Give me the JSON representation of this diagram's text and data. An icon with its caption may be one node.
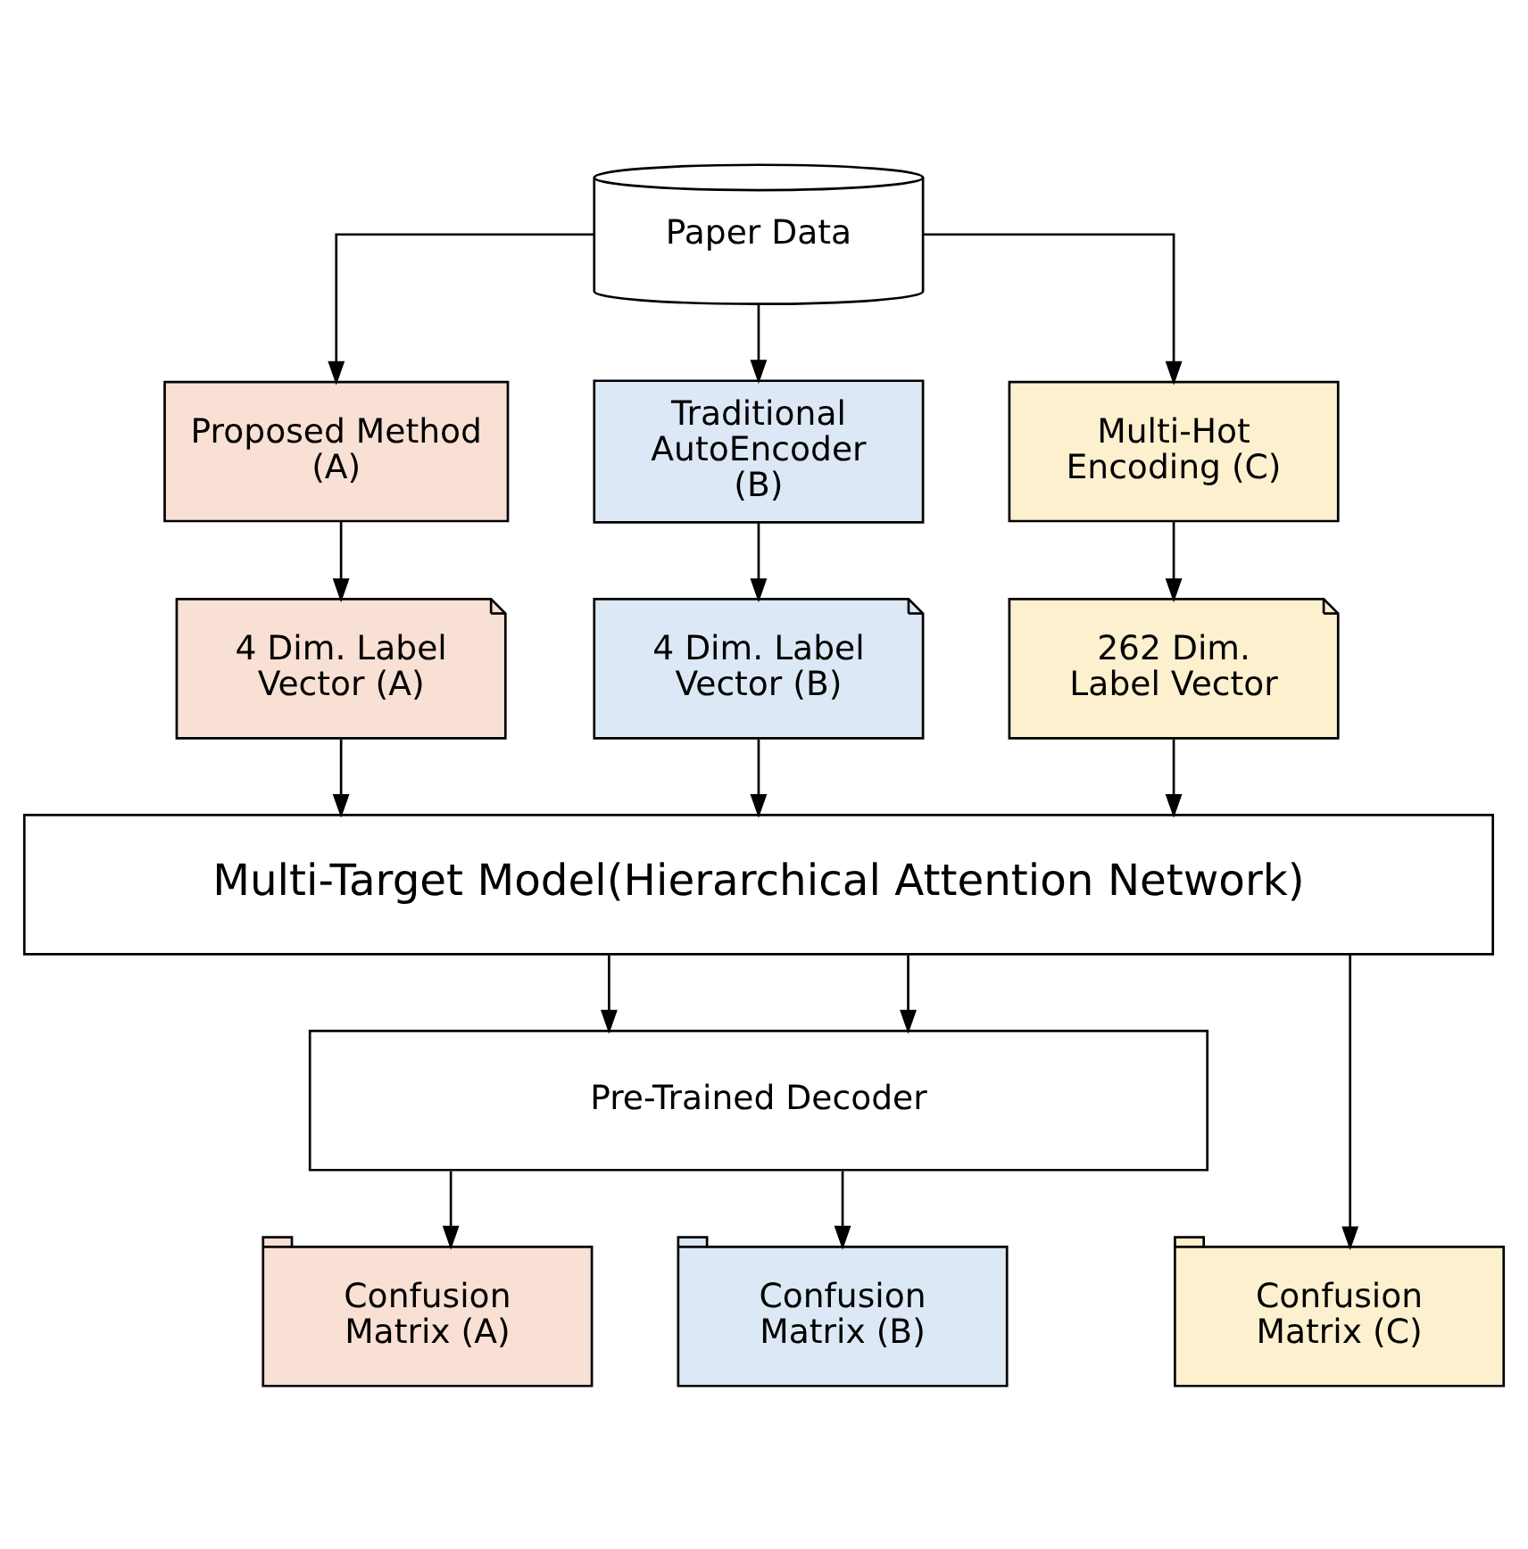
{
  "diagram": {
    "nodes": [
      {
        "text": [
          "Paper Data"
        ]
      },
      {
        "text": [
          "Proposed Method (A)"
        ]
      },
      {
        "text": [
          "Traditional AutoEncoder (B)"
        ]
      },
      {
        "text": [
          "Multi-Hot Encoding (C)"
        ]
      },
      {
        "text": [
          "4 Dim. Label Vector (A)"
        ]
      },
      {
        "text": [
          "4 Dim. Label Vector (B)"
        ]
      },
      {
        "text": [
          "262 Dim. Label Vector"
        ]
      },
      {
        "text": [
          "Multi-Target Model(Hierarchical Attention Network)"
        ]
      },
      {
        "text": [
          "Pre-Trained Decoder"
        ]
      },
      {
        "text": [
          "Confusion Matrix (A)"
        ]
      },
      {
        "text": [
          "Confusion Matrix (B)"
        ]
      },
      {
        "text": [
          "Confusion Matrix (C)"
        ]
      }
    ],
    "edges": [
      {
        "from": 0,
        "to": 1,
        "arrow": "to"
      },
      {
        "from": 0,
        "to": 2,
        "arrow": "to"
      },
      {
        "from": 0,
        "to": 3,
        "arrow": "to"
      },
      {
        "from": 1,
        "to": 4,
        "arrow": "to"
      },
      {
        "from": 2,
        "to": 5,
        "arrow": "to"
      },
      {
        "from": 3,
        "to": 6,
        "arrow": "to"
      },
      {
        "from": 4,
        "to": 7,
        "arrow": "to"
      },
      {
        "from": 5,
        "to": 7,
        "arrow": "to"
      },
      {
        "from": 6,
        "to": 7,
        "arrow": "to"
      },
      {
        "from": 7,
        "to": 8,
        "arrow": "to"
      },
      {
        "from": 7,
        "to": 8,
        "arrow": "to"
      },
      {
        "from": 7,
        "to": 11,
        "arrow": "to"
      },
      {
        "from": 8,
        "to": 9,
        "arrow": "to"
      },
      {
        "from": 8,
        "to": 10,
        "arrow": "to"
      }
    ]
  }
}
